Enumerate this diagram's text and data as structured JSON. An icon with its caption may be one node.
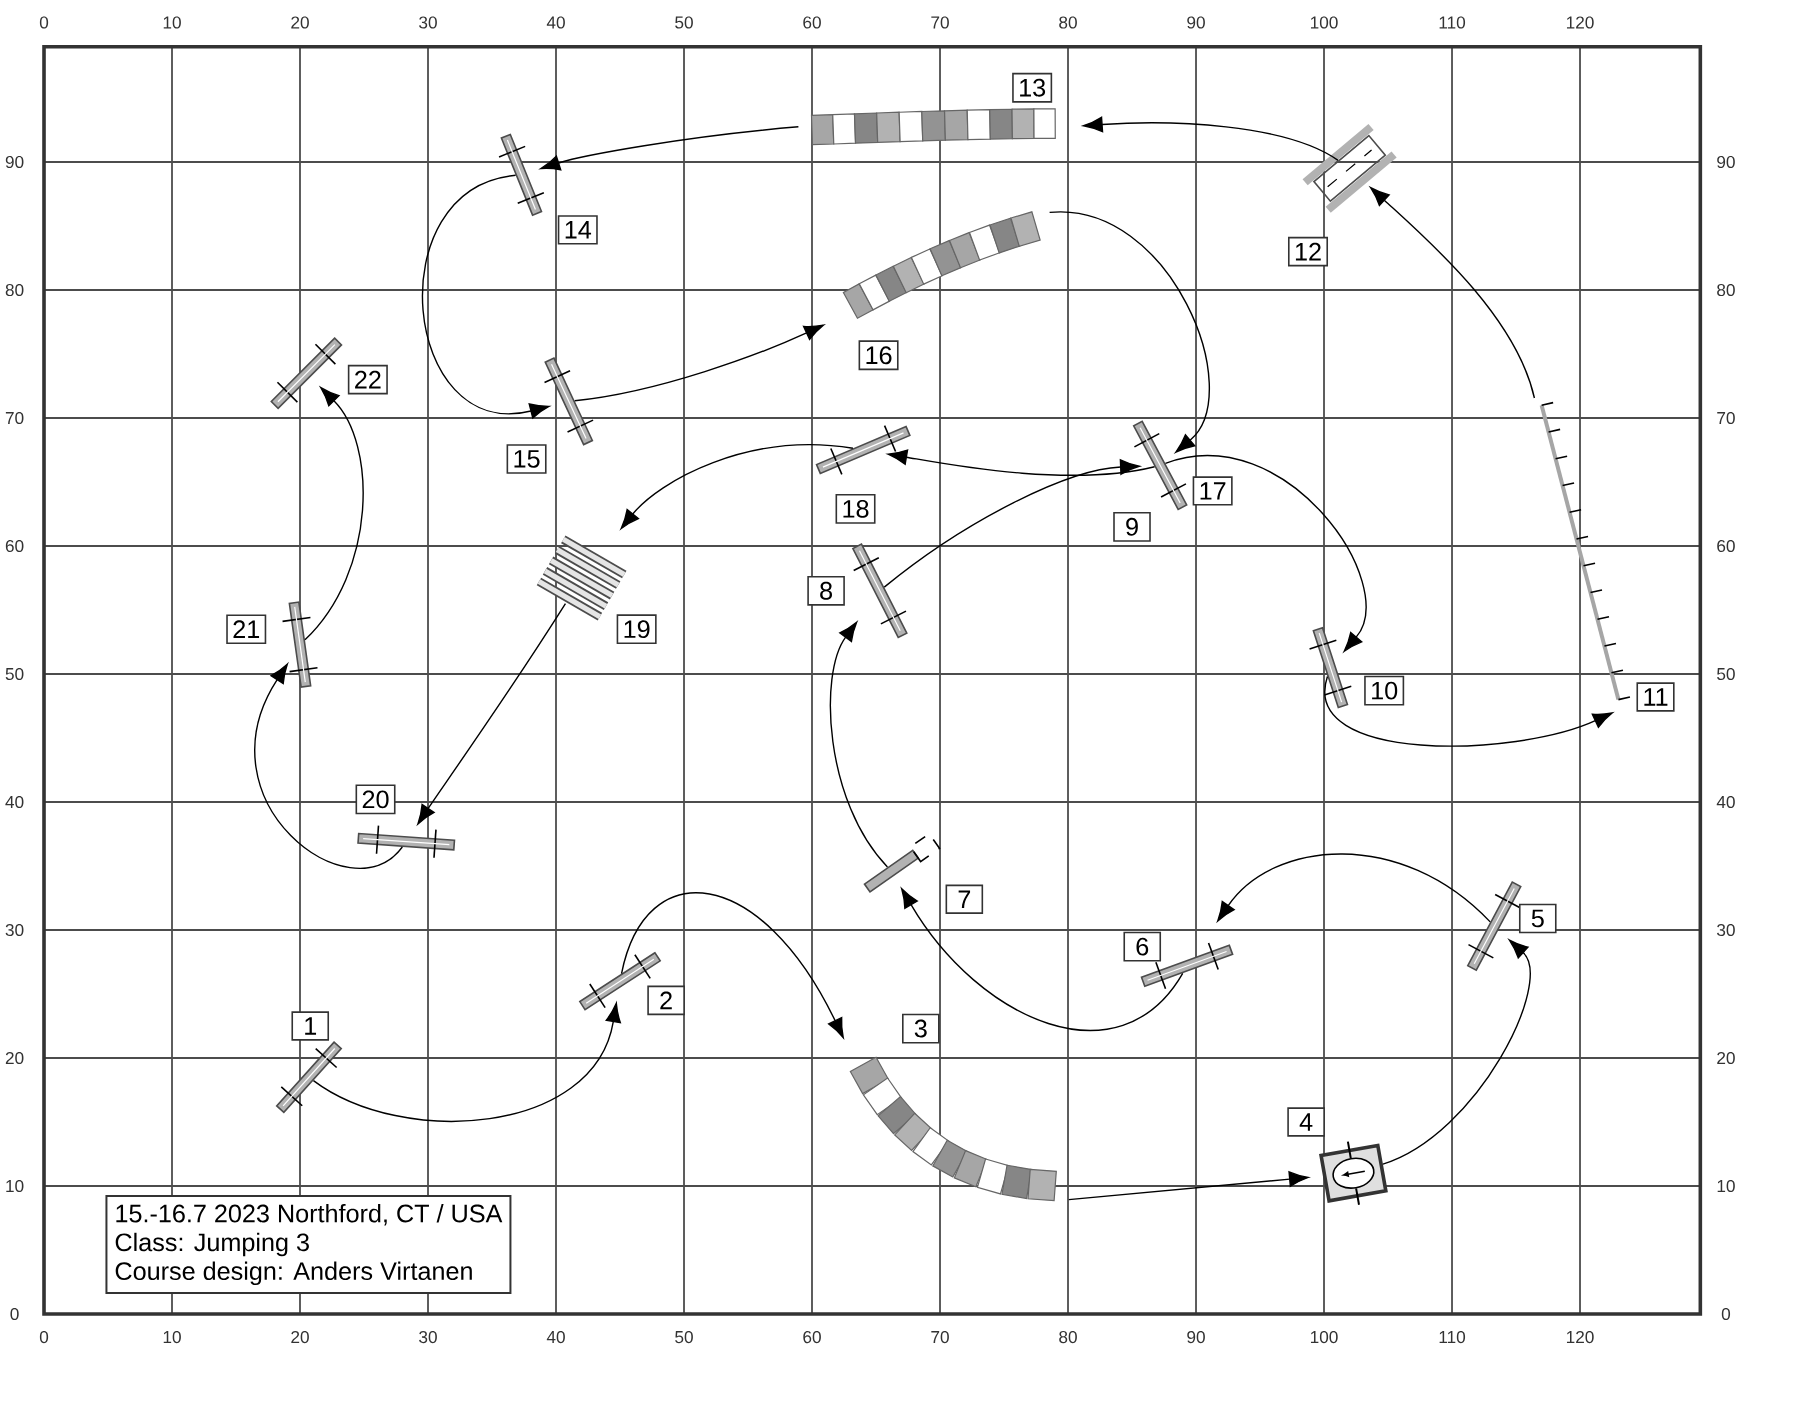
{
  "diagram": {
    "nodes": [
      {
        "text": [],
        "shape": "hurdle",
        "beside": [
          "1"
        ]
      },
      {
        "text": [],
        "shape": "hurdle",
        "beside": [
          "2"
        ]
      },
      {
        "text": [],
        "shape": "tunnel",
        "beside": [
          "3"
        ]
      },
      {
        "text": [],
        "shape": "box",
        "beside": [
          "4"
        ]
      },
      {
        "text": [],
        "shape": "hurdle",
        "beside": [
          "5"
        ]
      },
      {
        "text": [],
        "shape": "hurdle",
        "beside": [
          "6"
        ]
      },
      {
        "text": [],
        "shape": "tire",
        "beside": [
          "7"
        ]
      },
      {
        "text": [],
        "shape": "hurdle",
        "beside": [
          "8"
        ]
      },
      {
        "text": [],
        "shape": "hurdle",
        "beside": [
          "9",
          "17"
        ]
      },
      {
        "text": [],
        "shape": "hurdle",
        "beside": [
          "10"
        ]
      },
      {
        "text": [],
        "shape": "poles",
        "beside": [
          "11"
        ]
      },
      {
        "text": [],
        "shape": "oxer",
        "beside": [
          "12"
        ]
      },
      {
        "text": [],
        "shape": "tunnel",
        "beside": [
          "13"
        ]
      },
      {
        "text": [],
        "shape": "hurdle",
        "beside": [
          "14"
        ]
      },
      {
        "text": [],
        "shape": "hurdle",
        "beside": [
          "15"
        ]
      },
      {
        "text": [],
        "shape": "tunnel",
        "beside": [
          "16"
        ]
      },
      {
        "text": [],
        "shape": "hurdle",
        "beside": [
          "18"
        ]
      },
      {
        "text": [],
        "shape": "planks",
        "beside": [
          "19"
        ]
      },
      {
        "text": [],
        "shape": "hurdle",
        "beside": [
          "20"
        ]
      },
      {
        "text": [],
        "shape": "hurdle",
        "beside": [
          "21"
        ]
      },
      {
        "text": [],
        "shape": "hurdle",
        "beside": [
          "22"
        ]
      },
      {
        "text": [
          "15.-16.7 2023 Northford, CT / USA",
          "Class: Jumping 3",
          "Course design: Anders Virtanen"
        ]
      }
    ],
    "edges": [
      {
        "from": 0,
        "to": 1,
        "arrow": "to"
      },
      {
        "from": 1,
        "to": 2,
        "arrow": "to"
      },
      {
        "from": 2,
        "to": 3,
        "arrow": "to"
      },
      {
        "from": 3,
        "to": 4,
        "arrow": "to"
      },
      {
        "from": 4,
        "to": 5,
        "arrow": "to"
      },
      {
        "from": 5,
        "to": 6,
        "arrow": "to"
      },
      {
        "from": 6,
        "to": 7,
        "arrow": "to"
      },
      {
        "from": 7,
        "to": 8,
        "arrow": "to"
      },
      {
        "from": 8,
        "to": 9,
        "arrow": "to"
      },
      {
        "from": 9,
        "to": 10,
        "arrow": "to"
      },
      {
        "from": 10,
        "to": 11,
        "arrow": "to"
      },
      {
        "from": 11,
        "to": 12,
        "arrow": "to"
      },
      {
        "from": 12,
        "to": 13,
        "arrow": "to"
      },
      {
        "from": 13,
        "to": 14,
        "arrow": "to"
      },
      {
        "from": 14,
        "to": 15,
        "arrow": "to"
      },
      {
        "from": 15,
        "to": 8,
        "arrow": "to"
      },
      {
        "from": 8,
        "to": 16,
        "arrow": "to"
      },
      {
        "from": 16,
        "to": 17,
        "arrow": "to"
      },
      {
        "from": 17,
        "to": 18,
        "arrow": "to"
      },
      {
        "from": 18,
        "to": 19,
        "arrow": "to"
      },
      {
        "from": 19,
        "to": 20,
        "arrow": "to"
      }
    ],
    "labels": [
      "0",
      "10",
      "20",
      "30",
      "40",
      "50",
      "60",
      "70",
      "80",
      "90",
      "100",
      "110",
      "120",
      "90",
      "90",
      "80",
      "80",
      "70",
      "70",
      "60",
      "60",
      "50",
      "50",
      "40",
      "40",
      "30",
      "30",
      "20",
      "20",
      "10",
      "10",
      "0",
      "0",
      "0",
      "10",
      "20",
      "30",
      "40",
      "50",
      "60",
      "70",
      "80",
      "90",
      "100",
      "110",
      "120"
    ]
  }
}
